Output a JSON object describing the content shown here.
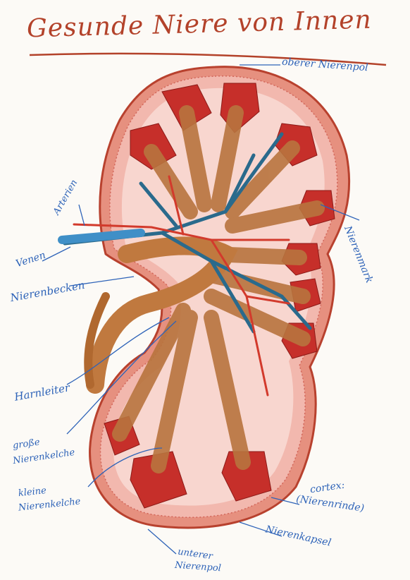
{
  "title": "Gesunde Niere von Innen",
  "labels": {
    "oberer_nierenpol": "oberer Nierenpol",
    "arterien": "Arterien",
    "venen": "Venen",
    "nierenbecken": "Nierenbecken",
    "nierenmark": "Nierenmark",
    "harnleiter": "Harnleiter",
    "grosse_nierenkelche_1": "große",
    "grosse_nierenkelche_2": "Nierenkelche",
    "kleine_nierenkelche_1": "kleine",
    "kleine_nierenkelche_2": "Nierenkelche",
    "cortex_1": "cortex:",
    "cortex_2": "(Nierenrinde)",
    "nierenkapsel": "Nierenkapsel",
    "unterer_nierenpol_1": "unterer",
    "unterer_nierenpol_2": "Nierenpol"
  },
  "colors": {
    "title": "#b3422a",
    "labels": "#2e63b8",
    "capsule": "#c8553d",
    "cortex": "#f3b7ae",
    "medulla": "#f7d2cc",
    "pyramids": "#cc2e2a",
    "calyces": "#c9844a",
    "veins": "#2a6a8c",
    "arteries": "#d23a2c"
  }
}
